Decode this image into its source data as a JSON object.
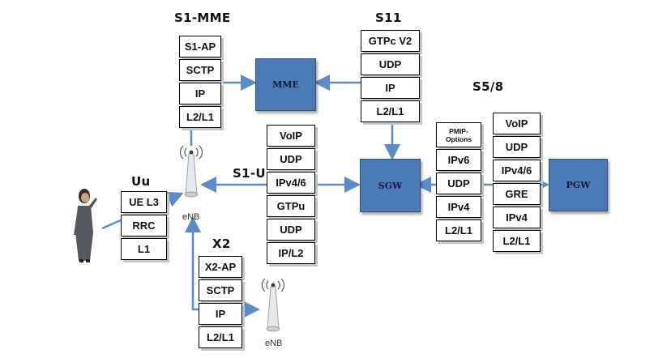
{
  "titles": {
    "s1mme": "S1-MME",
    "s11": "S11",
    "s58": "S5/8",
    "s1u": "S1-U",
    "uu": "Uu",
    "x2": "X2"
  },
  "stacks": {
    "s1mme": [
      "S1-AP",
      "SCTP",
      "IP",
      "L2/L1"
    ],
    "s11": [
      "GTPc V2",
      "UDP",
      "IP",
      "L2/L1"
    ],
    "s1u": [
      "VoIP",
      "UDP",
      "IPv4/6",
      "GTPu",
      "UDP",
      "IP/L2"
    ],
    "uu": [
      "UE L3",
      "RRC",
      "L1"
    ],
    "x2": [
      "X2-AP",
      "SCTP",
      "IP",
      "L2/L1"
    ],
    "pmip": [
      "PMIP-\nOptions",
      "IPv6",
      "UDP",
      "IPv4",
      "L2/L1"
    ],
    "gre": [
      "VoIP",
      "UDP",
      "IPv4/6",
      "GRE",
      "IPv4",
      "L2/L1"
    ]
  },
  "nodes": {
    "mme": "MME",
    "sgw": "SGW",
    "pgw": "PGW"
  },
  "enb_labels": {
    "enb1": "eNB",
    "enb2": "eNB"
  },
  "colors": {
    "node_fill": "#4a7bb7",
    "arrow": "#5b8cc7"
  }
}
